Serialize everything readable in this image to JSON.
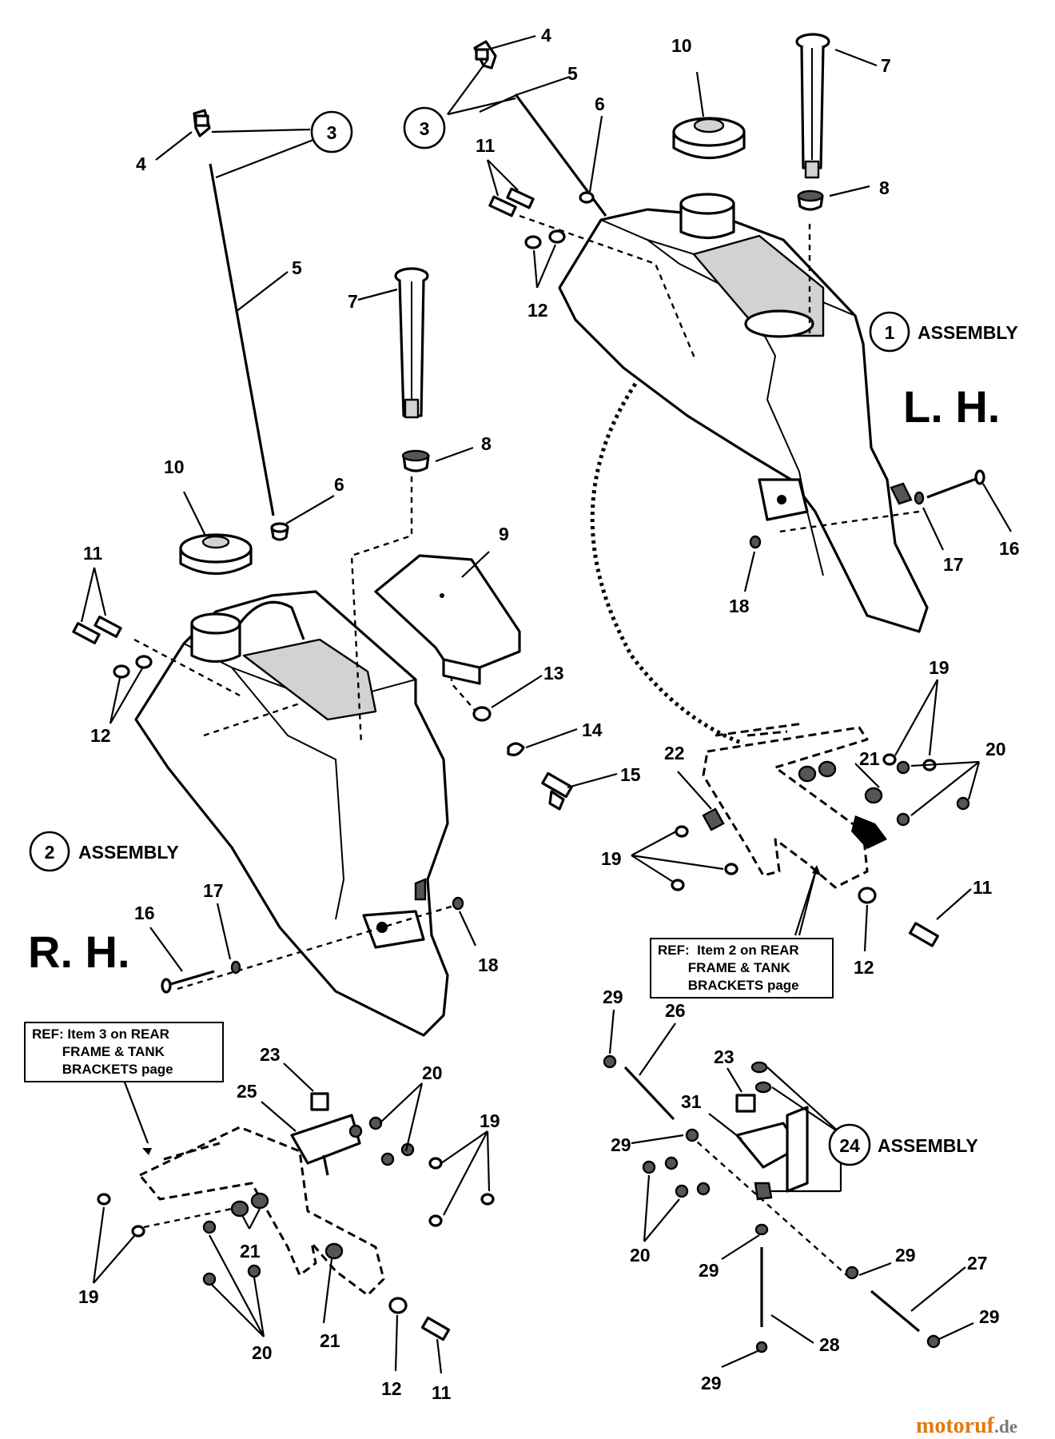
{
  "labels": {
    "lh": "L. H.",
    "rh": "R. H.",
    "assembly_word": "ASSEMBLY",
    "assembly1": "1",
    "assembly2": "2",
    "assembly3": "3",
    "assembly24": "24"
  },
  "refs": {
    "left": "REF: Item 3 on REAR\n        FRAME & TANK\n        BRACKETS page",
    "right": "REF:  Item 2 on REAR\n        FRAME & TANK\n        BRACKETS page"
  },
  "watermark": {
    "main": "motoruf",
    "suffix": ".de"
  },
  "callouts": [
    {
      "n": "4"
    },
    {
      "n": "5"
    },
    {
      "n": "6"
    },
    {
      "n": "7"
    },
    {
      "n": "8"
    },
    {
      "n": "10"
    },
    {
      "n": "11"
    },
    {
      "n": "12"
    },
    {
      "n": "4"
    },
    {
      "n": "5"
    },
    {
      "n": "7"
    },
    {
      "n": "8"
    },
    {
      "n": "6"
    },
    {
      "n": "10"
    },
    {
      "n": "11"
    },
    {
      "n": "12"
    },
    {
      "n": "9"
    },
    {
      "n": "13"
    },
    {
      "n": "14"
    },
    {
      "n": "15"
    },
    {
      "n": "16"
    },
    {
      "n": "17"
    },
    {
      "n": "18"
    },
    {
      "n": "16"
    },
    {
      "n": "17"
    },
    {
      "n": "18"
    },
    {
      "n": "19"
    },
    {
      "n": "20"
    },
    {
      "n": "21"
    },
    {
      "n": "22"
    },
    {
      "n": "19"
    },
    {
      "n": "11"
    },
    {
      "n": "12"
    },
    {
      "n": "29"
    },
    {
      "n": "26"
    },
    {
      "n": "23"
    },
    {
      "n": "31"
    },
    {
      "n": "29"
    },
    {
      "n": "20"
    },
    {
      "n": "29"
    },
    {
      "n": "29"
    },
    {
      "n": "27"
    },
    {
      "n": "29"
    },
    {
      "n": "28"
    },
    {
      "n": "29"
    },
    {
      "n": "23"
    },
    {
      "n": "20"
    },
    {
      "n": "25"
    },
    {
      "n": "19"
    },
    {
      "n": "19"
    },
    {
      "n": "21"
    },
    {
      "n": "21"
    },
    {
      "n": "20"
    },
    {
      "n": "12"
    },
    {
      "n": "11"
    }
  ]
}
